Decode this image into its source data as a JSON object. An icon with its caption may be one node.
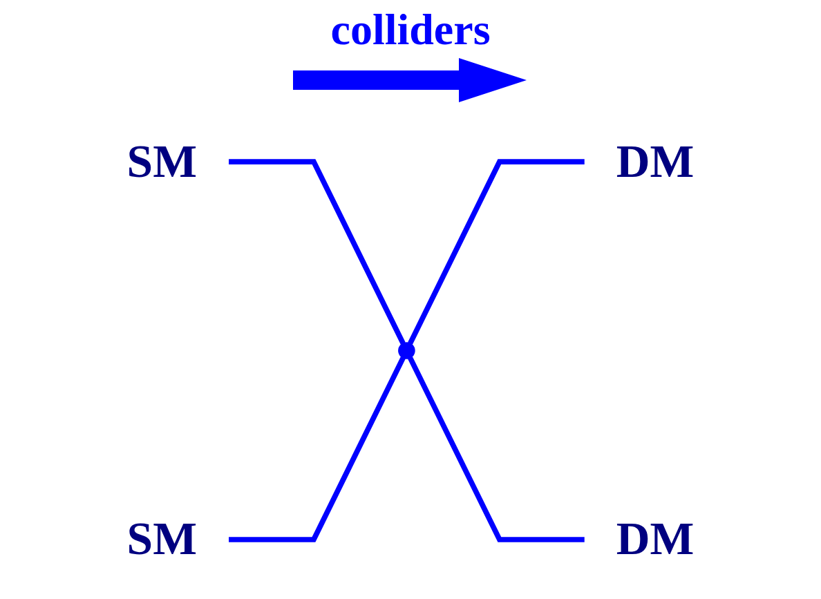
{
  "diagram": {
    "title": "colliders",
    "nodes": [
      {
        "text": [
          "SM"
        ]
      },
      {
        "text": [
          "DM"
        ]
      },
      {
        "text": [],
        "shape": "circle"
      },
      {
        "text": [
          "SM"
        ]
      },
      {
        "text": [
          "DM"
        ]
      }
    ],
    "edges": [
      {
        "from": 0,
        "to": 2,
        "arrow": "none"
      },
      {
        "from": 3,
        "to": 2,
        "arrow": "none"
      },
      {
        "from": 2,
        "to": 1,
        "arrow": "none"
      },
      {
        "from": 2,
        "to": 4,
        "arrow": "none"
      }
    ]
  }
}
